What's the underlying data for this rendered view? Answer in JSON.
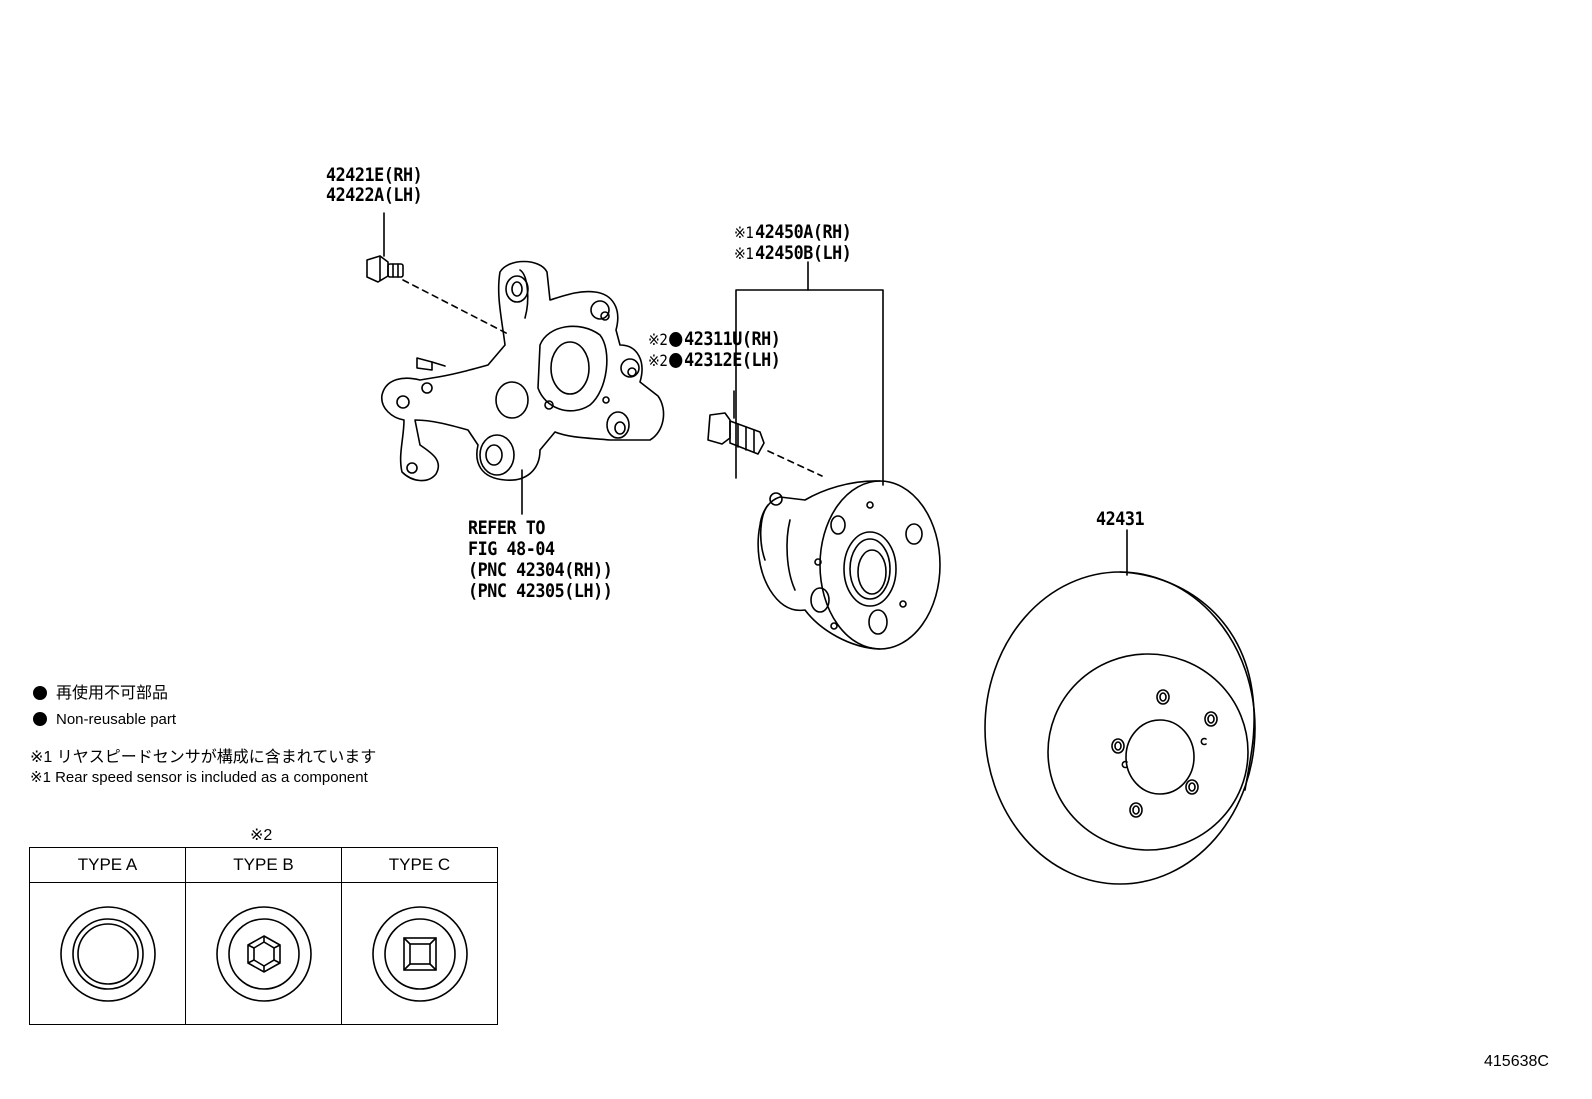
{
  "callouts": {
    "knuckle_bolt": [
      "42421E(RH)",
      "42422A(LH)"
    ],
    "hub_assy": {
      "marks": [
        "※1",
        "※1"
      ],
      "numbers": [
        "42450A(RH)",
        "42450B(LH)"
      ]
    },
    "hub_bolt": {
      "marks": [
        "※2",
        "※2"
      ],
      "numbers": [
        "42311U(RH)",
        "42312E(LH)"
      ]
    },
    "refer": [
      "REFER TO",
      "FIG 48-04",
      "(PNC 42304(RH))",
      "(PNC 42305(LH))"
    ],
    "disc": "42431"
  },
  "legend": {
    "non_reusable_jp": "再使用不可部品",
    "non_reusable_en": "Non-reusable part",
    "note1_jp": "※1 リヤスピードセンサが構成に含まれています",
    "note1_en": "※1 Rear speed sensor is included as a component"
  },
  "type_table": {
    "mark": "※2",
    "columns": [
      {
        "label": "TYPE A",
        "icon": "plain-nut-icon"
      },
      {
        "label": "TYPE B",
        "icon": "hex-socket-nut-icon"
      },
      {
        "label": "TYPE C",
        "icon": "square-socket-nut-icon"
      }
    ]
  },
  "figure_code": "415638C"
}
